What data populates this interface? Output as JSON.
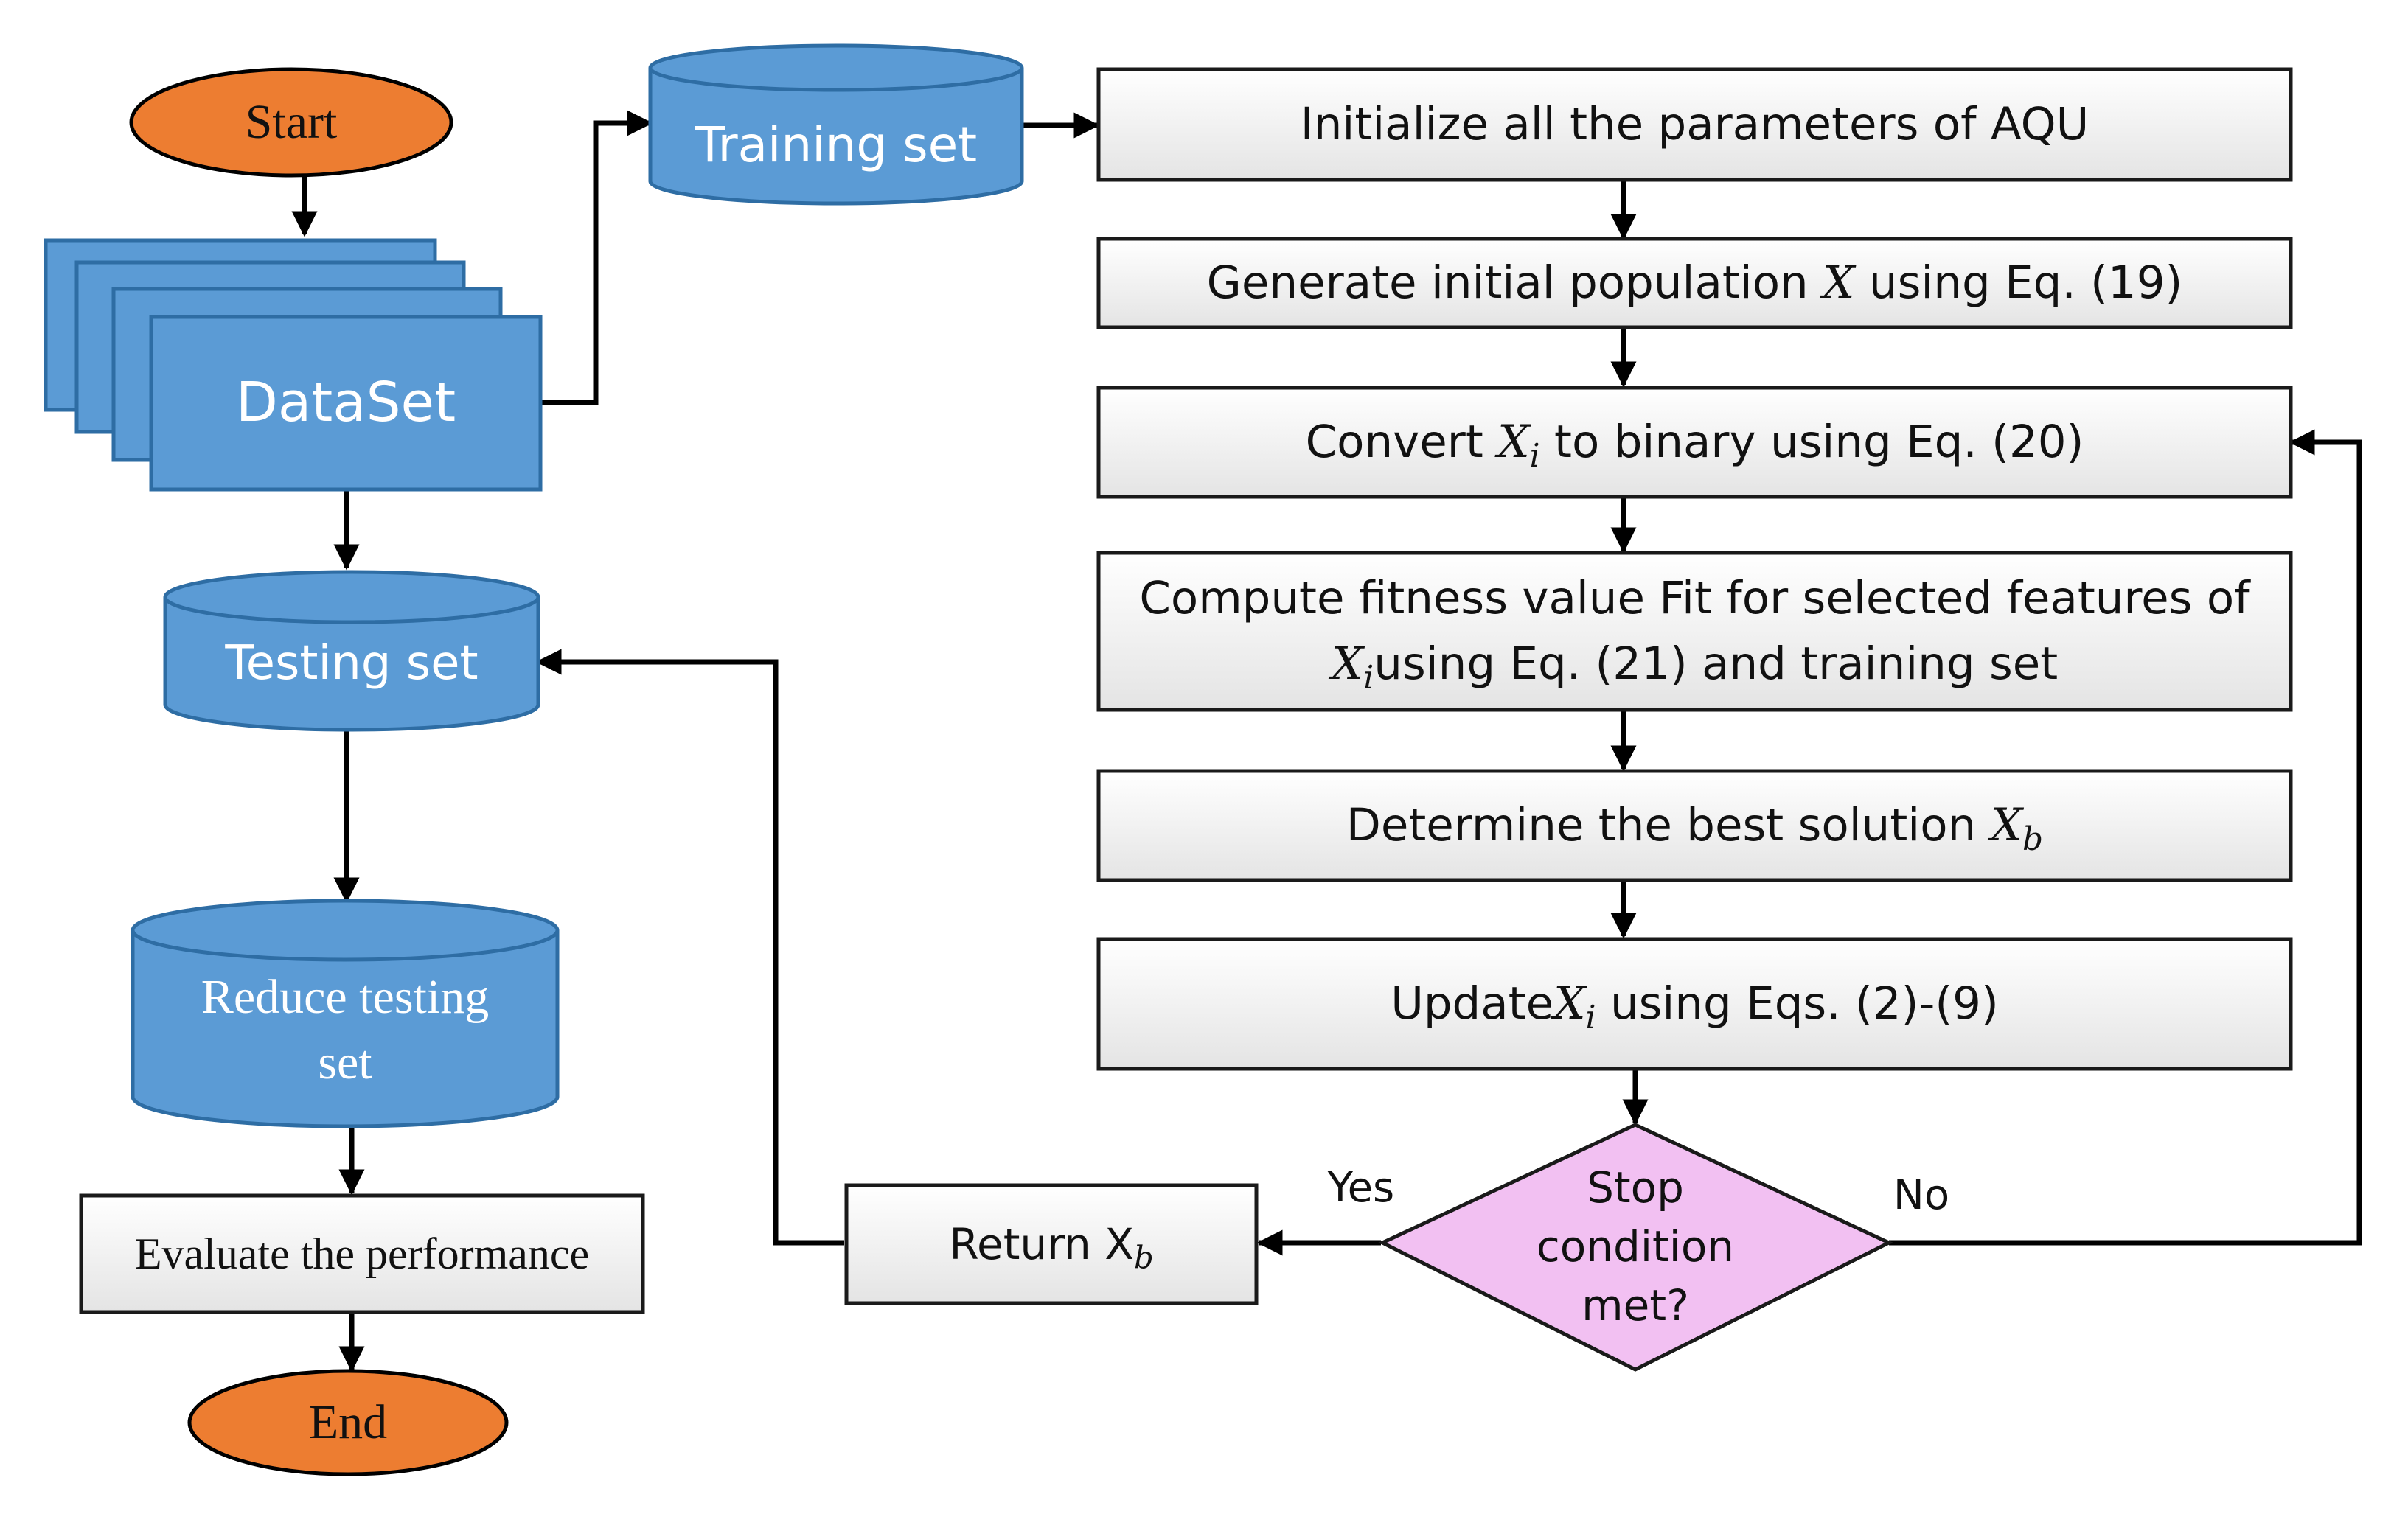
{
  "diagram": {
    "type": "flowchart",
    "colors": {
      "terminal": "#ED7D31",
      "data_store": "#5B9BD5",
      "process": "#F2F2F2",
      "decision": "#F2C0F2",
      "line": "#000000"
    },
    "nodes": {
      "start": {
        "label": "Start"
      },
      "dataset": {
        "label": "DataSet"
      },
      "training_set": {
        "label": "Training set"
      },
      "testing_set": {
        "label": "Testing set"
      },
      "reduce_testing_set": {
        "line1": "Reduce testing",
        "line2": "set"
      },
      "evaluate": {
        "label": "Evaluate the performance"
      },
      "end": {
        "label": "End"
      },
      "init_params": {
        "label": "Initialize all the parameters of AQU"
      },
      "gen_population": {
        "pre": "Generate initial population ",
        "var": "X",
        "post": " using Eq. (19)"
      },
      "convert_binary": {
        "pre": "Convert ",
        "var": "X",
        "sub": "i",
        "post": " to binary using Eq. (20)"
      },
      "compute_fitness": {
        "line1": "Compute fitness value Fit for selected features of",
        "var": "X",
        "sub": "i",
        "line2_post": "using Eq. (21) and training set"
      },
      "best_solution": {
        "pre": "Determine the best solution ",
        "var": "X",
        "sub": "b"
      },
      "update": {
        "pre": "Update",
        "var": "X",
        "sub": "i",
        "post": " using Eqs. (2)-(9)"
      },
      "stop_condition": {
        "line1": "Stop",
        "line2": "condition",
        "line3": "met?"
      },
      "return_xb": {
        "pre": "Return X",
        "sub": "b"
      }
    },
    "edges": {
      "yes_label": "Yes",
      "no_label": "No"
    }
  }
}
